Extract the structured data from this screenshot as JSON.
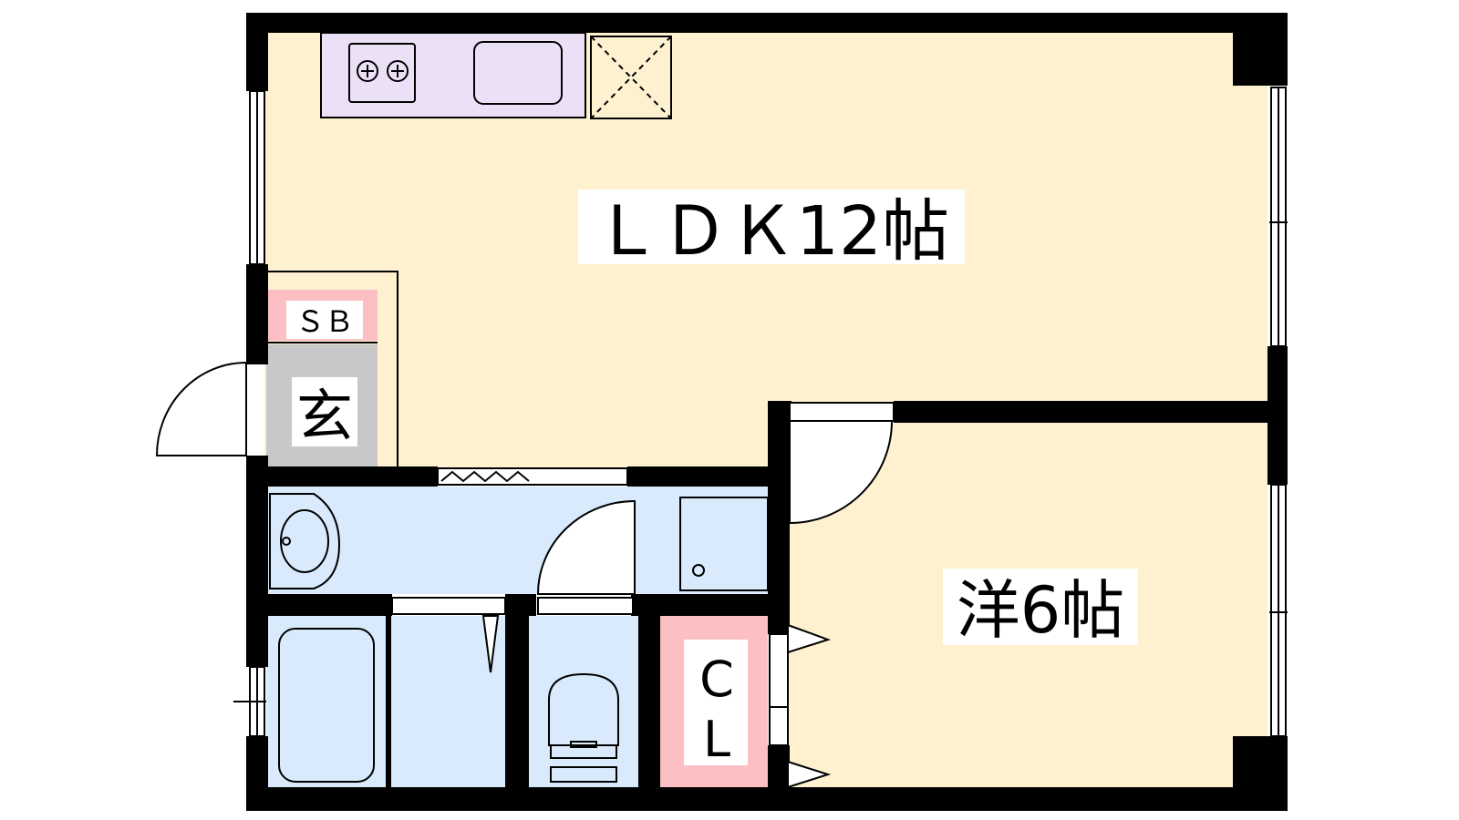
{
  "rooms": {
    "ldk": "ＬＤＫ12帖",
    "western": "洋6帖",
    "shoe_box": "ＳＢ",
    "entrance": "玄",
    "closet_line1": "C",
    "closet_line2": "L"
  },
  "colors": {
    "living_floor": "#fdf1d0",
    "wet_area": "#d9eafc",
    "kitchen_counter": "#ece0f6",
    "closet": "#fcc0c4",
    "entrance": "#c8c8c8",
    "wall": "#000000"
  },
  "icons": [
    "stove-icon",
    "sink-icon",
    "fridge-space-icon",
    "washbasin-icon",
    "bathtub-icon",
    "toilet-icon",
    "washing-machine-icon",
    "door-swing-icon"
  ]
}
